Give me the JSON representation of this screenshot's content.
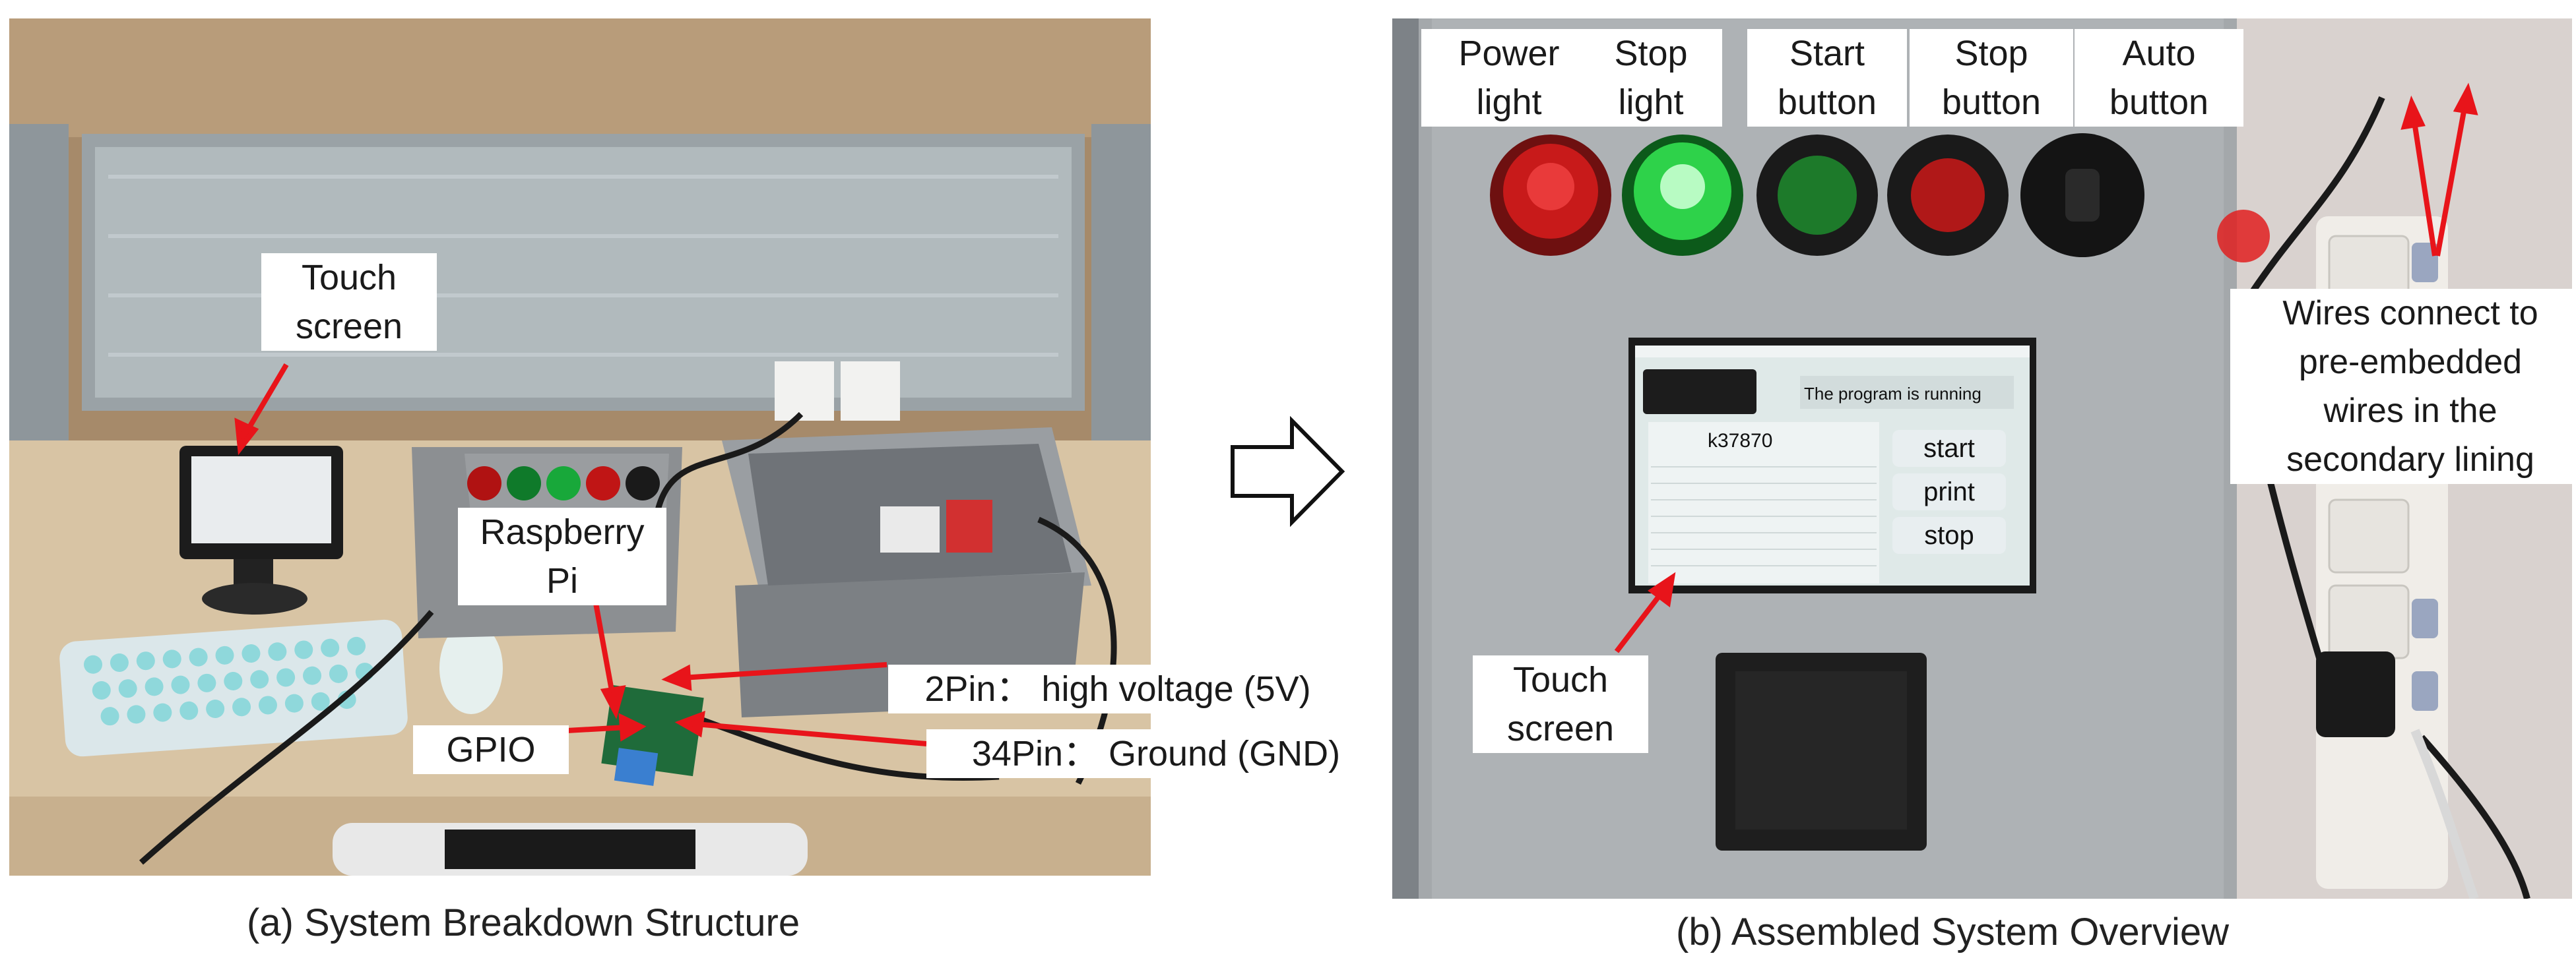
{
  "panel_a": {
    "caption": "(a) System Breakdown Structure",
    "labels": {
      "touch_screen": "Touch\nscreen",
      "raspberry_pi": "Raspberry\nPi",
      "pin2": "2Pin： high voltage (5V)",
      "pin34": "34Pin： Ground (GND)",
      "gpio": "GPIO"
    }
  },
  "panel_b": {
    "caption": "(b) Assembled System Overview",
    "labels": {
      "power_light": "Power\nlight",
      "stop_light": "Stop\nlight",
      "start_button": "Start\nbutton",
      "stop_button": "Stop\nbutton",
      "auto_button": "Auto\nbutton",
      "wires": "Wires connect to\npre-embedded\nwires in the\nsecondary lining",
      "touch_screen": "Touch\nscreen"
    },
    "screen": {
      "status": "The program is running",
      "id": "k37870",
      "buttons": [
        "start",
        "print",
        "stop"
      ]
    }
  },
  "colors": {
    "annotation_arrow": "#e8141a",
    "label_bg": "#ffffff"
  }
}
